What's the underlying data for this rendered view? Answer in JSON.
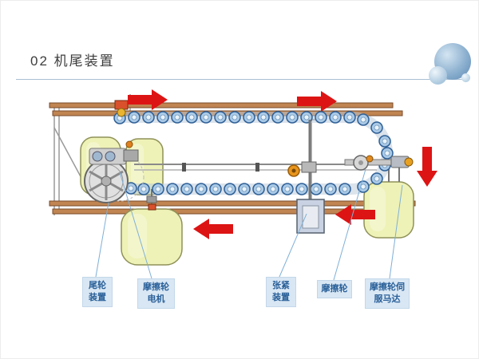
{
  "slide": {
    "title": "02 机尾装置"
  },
  "callouts": {
    "tail_wheel": "尾轮装置",
    "friction_wheel_motor": "摩擦轮电机",
    "tensioner": "张紧装置",
    "friction_wheel": "摩擦轮",
    "friction_wheel_servo": "摩擦轮伺服马达"
  },
  "colors": {
    "arrow_red": "#dd1414",
    "leader_blue": "#7fb0d8",
    "callout_bg": "#d9e7f4",
    "callout_text": "#2a6099",
    "bucket_yellow": "#eef2b6",
    "pipe_copper": "#c08552",
    "trolley_blue": "#a9c9e6"
  }
}
